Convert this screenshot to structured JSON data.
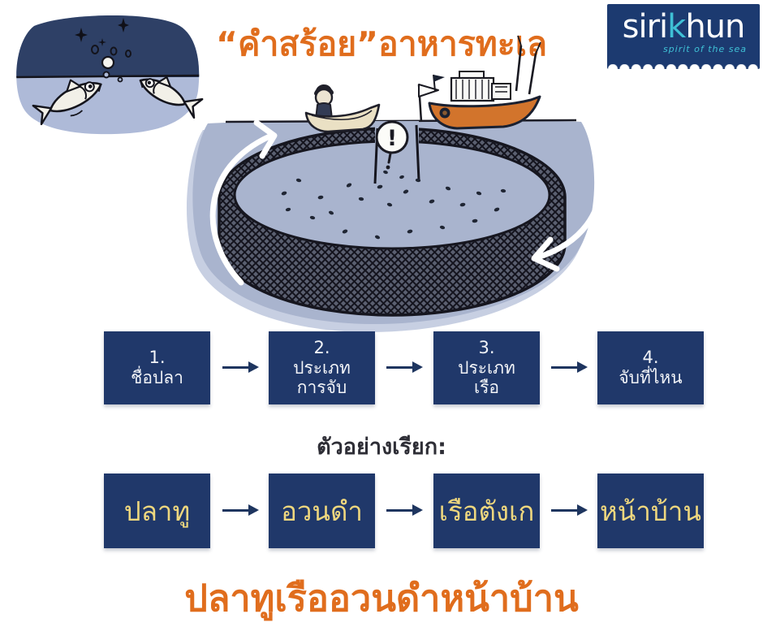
{
  "page": {
    "title": "“คำสร้อย”อาหารทะเล",
    "example_label": "ตัวอย่างเรียก:",
    "bottom_phrase": "ปลาทูเรืออวนดำหน้าบ้าน"
  },
  "logo": {
    "brand_prefix": "siri",
    "brand_accent": "k",
    "brand_suffix": "hun",
    "tagline": "spirit of the sea"
  },
  "flow_steps": [
    {
      "number": "1.",
      "lines": [
        "ชื่อปลา"
      ]
    },
    {
      "number": "2.",
      "lines": [
        "ประเภท",
        "การจับ"
      ]
    },
    {
      "number": "3.",
      "lines": [
        "ประเภท",
        "เรือ"
      ]
    },
    {
      "number": "4.",
      "lines": [
        "จับที่ไหน"
      ]
    }
  ],
  "example_steps": [
    "ปลาทู",
    "อวนดำ",
    "เรือตังเก",
    "หน้าบ้าน"
  ],
  "illustration": {
    "exclamation": "!"
  },
  "colors": {
    "accent_orange": "#e06d1d",
    "box_navy": "#20386a",
    "example_yellow": "#eed77e",
    "water_blue": "#a9b4ce",
    "sky_navy": "#2e4066",
    "logo_navy": "#1c3a70",
    "logo_cyan": "#3fc0d5",
    "boat_orange": "#d2742c"
  }
}
